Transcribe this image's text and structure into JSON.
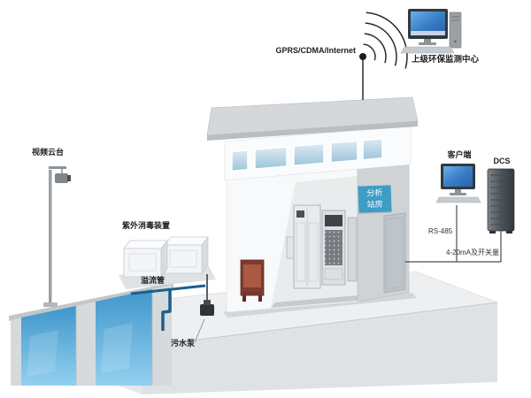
{
  "labels": {
    "gprs_link": "GPRS/CDMA/Internet",
    "monitoring_center": "上级环保监测中心",
    "client": "客户端",
    "dcs": "DCS",
    "rs485": "RS-485",
    "io_signal": "4-20mA及开关量",
    "video_gimbal": "视频云台",
    "uv_disinfection": "紫外消毒装置",
    "overflow_pipe": "溢流管",
    "sewage_pump": "污水泵",
    "analysis_station_sign": "分析站房"
  },
  "icons": {
    "monitoring_center_pc": "desktop-computer-icon",
    "client_pc": "desktop-computer-icon",
    "dcs_server": "server-tower-icon",
    "camera": "ptz-camera-icon",
    "antenna": "wireless-antenna-icon",
    "signal": "wireless-arcs-icon"
  },
  "colors": {
    "water": "#3f96cb",
    "sign_background": "#3e9dc4",
    "screen_blue": "#3a7fc8",
    "platform": "#edeff1",
    "building_front_wall": "#f8f9fa",
    "building_side_wall": "#cfd3d6",
    "roof": "#d4d8db",
    "connection_line": "#4a4f54",
    "overflow_pipe": "#1d5e8e",
    "control_cabinet": "#7e3b2e"
  }
}
